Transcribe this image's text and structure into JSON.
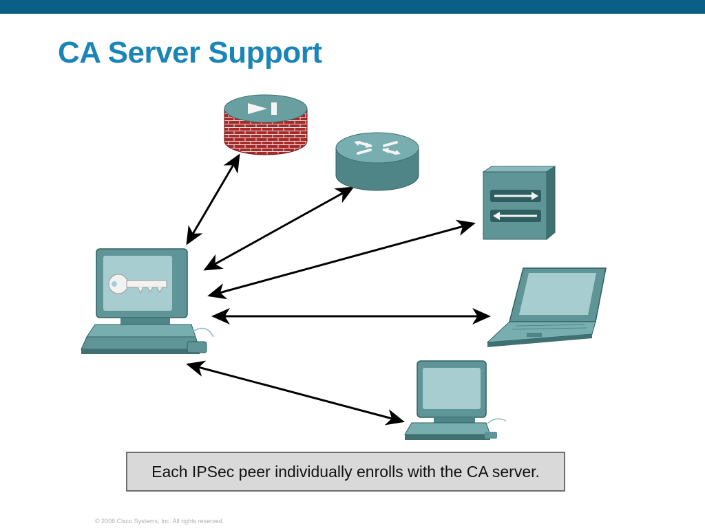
{
  "slide": {
    "title": "CA Server Support",
    "caption": "Each IPSec peer individually enrolls with the CA server.",
    "footer": "© 2006 Cisco Systems, Inc. All rights reserved."
  },
  "colors": {
    "top_bar": "#0a5f86",
    "title": "#1a85b6",
    "device_teal": "#5f9597",
    "device_dark": "#2f5e60",
    "screen": "#a8cdd0",
    "firewall_brick": "#a02828",
    "arrow": "#000000"
  },
  "diagram": {
    "hub": {
      "icon": "ca-server-workstation-icon"
    },
    "peers": [
      {
        "icon": "firewall-icon"
      },
      {
        "icon": "router-icon"
      },
      {
        "icon": "vpn-concentrator-icon"
      },
      {
        "icon": "laptop-icon"
      },
      {
        "icon": "pc-client-icon"
      }
    ]
  }
}
